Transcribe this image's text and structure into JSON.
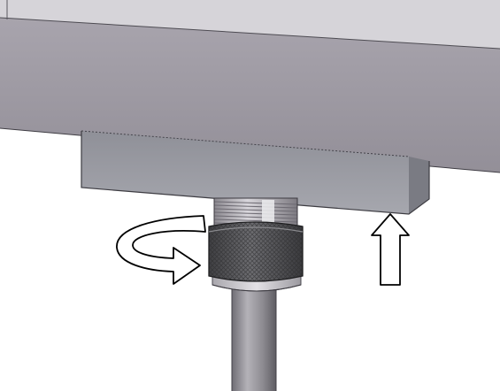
{
  "illustration": {
    "kind": "installation-step",
    "parts": [
      "mounting-plate",
      "mounting-block",
      "threaded-stud",
      "knurled-nut",
      "washer",
      "rod"
    ],
    "annotations": [
      "rotate-arrow-icon",
      "up-arrow-icon"
    ]
  },
  "colors": {
    "background": "#ffffff",
    "plate_front": "#9e9aa3",
    "plate_top": "#d2d0d5",
    "block_front": "#9a9ba2",
    "block_side": "#7c7d85",
    "thread": "#b9b6bd",
    "nut": "#555558",
    "washer": "#c9c7cc",
    "rod": "#8c8a90",
    "arrow_fill": "#ffffff",
    "arrow_stroke": "#000000"
  }
}
